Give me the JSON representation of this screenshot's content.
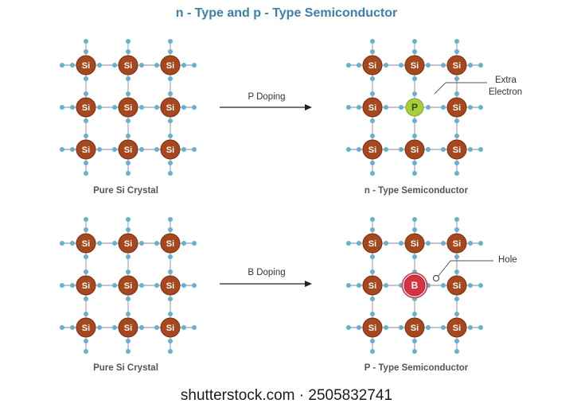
{
  "title": "n - Type and p - Type  Semiconductor",
  "panels": {
    "pure_top": {
      "caption": "Pure Si Crystal"
    },
    "n_type": {
      "caption": "n - Type Semiconductor",
      "dopant": "P",
      "callout": [
        "Extra",
        "Electron"
      ]
    },
    "pure_bottom": {
      "caption": "Pure Si Crystal"
    },
    "p_type": {
      "caption": "P - Type Semiconductor",
      "dopant": "B",
      "callout": [
        "Hole"
      ]
    }
  },
  "arrows": {
    "top": "P Doping",
    "bottom": "B Doping"
  },
  "atom_label": "Si",
  "colors": {
    "title": "#3a7fb5",
    "si_atom": "#a8461c",
    "electron": "#5fb3d9",
    "bond": "#8a8a8a",
    "phosphorus": "#a6cf3a",
    "boron": "#d8323f"
  },
  "watermark": "shutterstock.com · 2505832741"
}
